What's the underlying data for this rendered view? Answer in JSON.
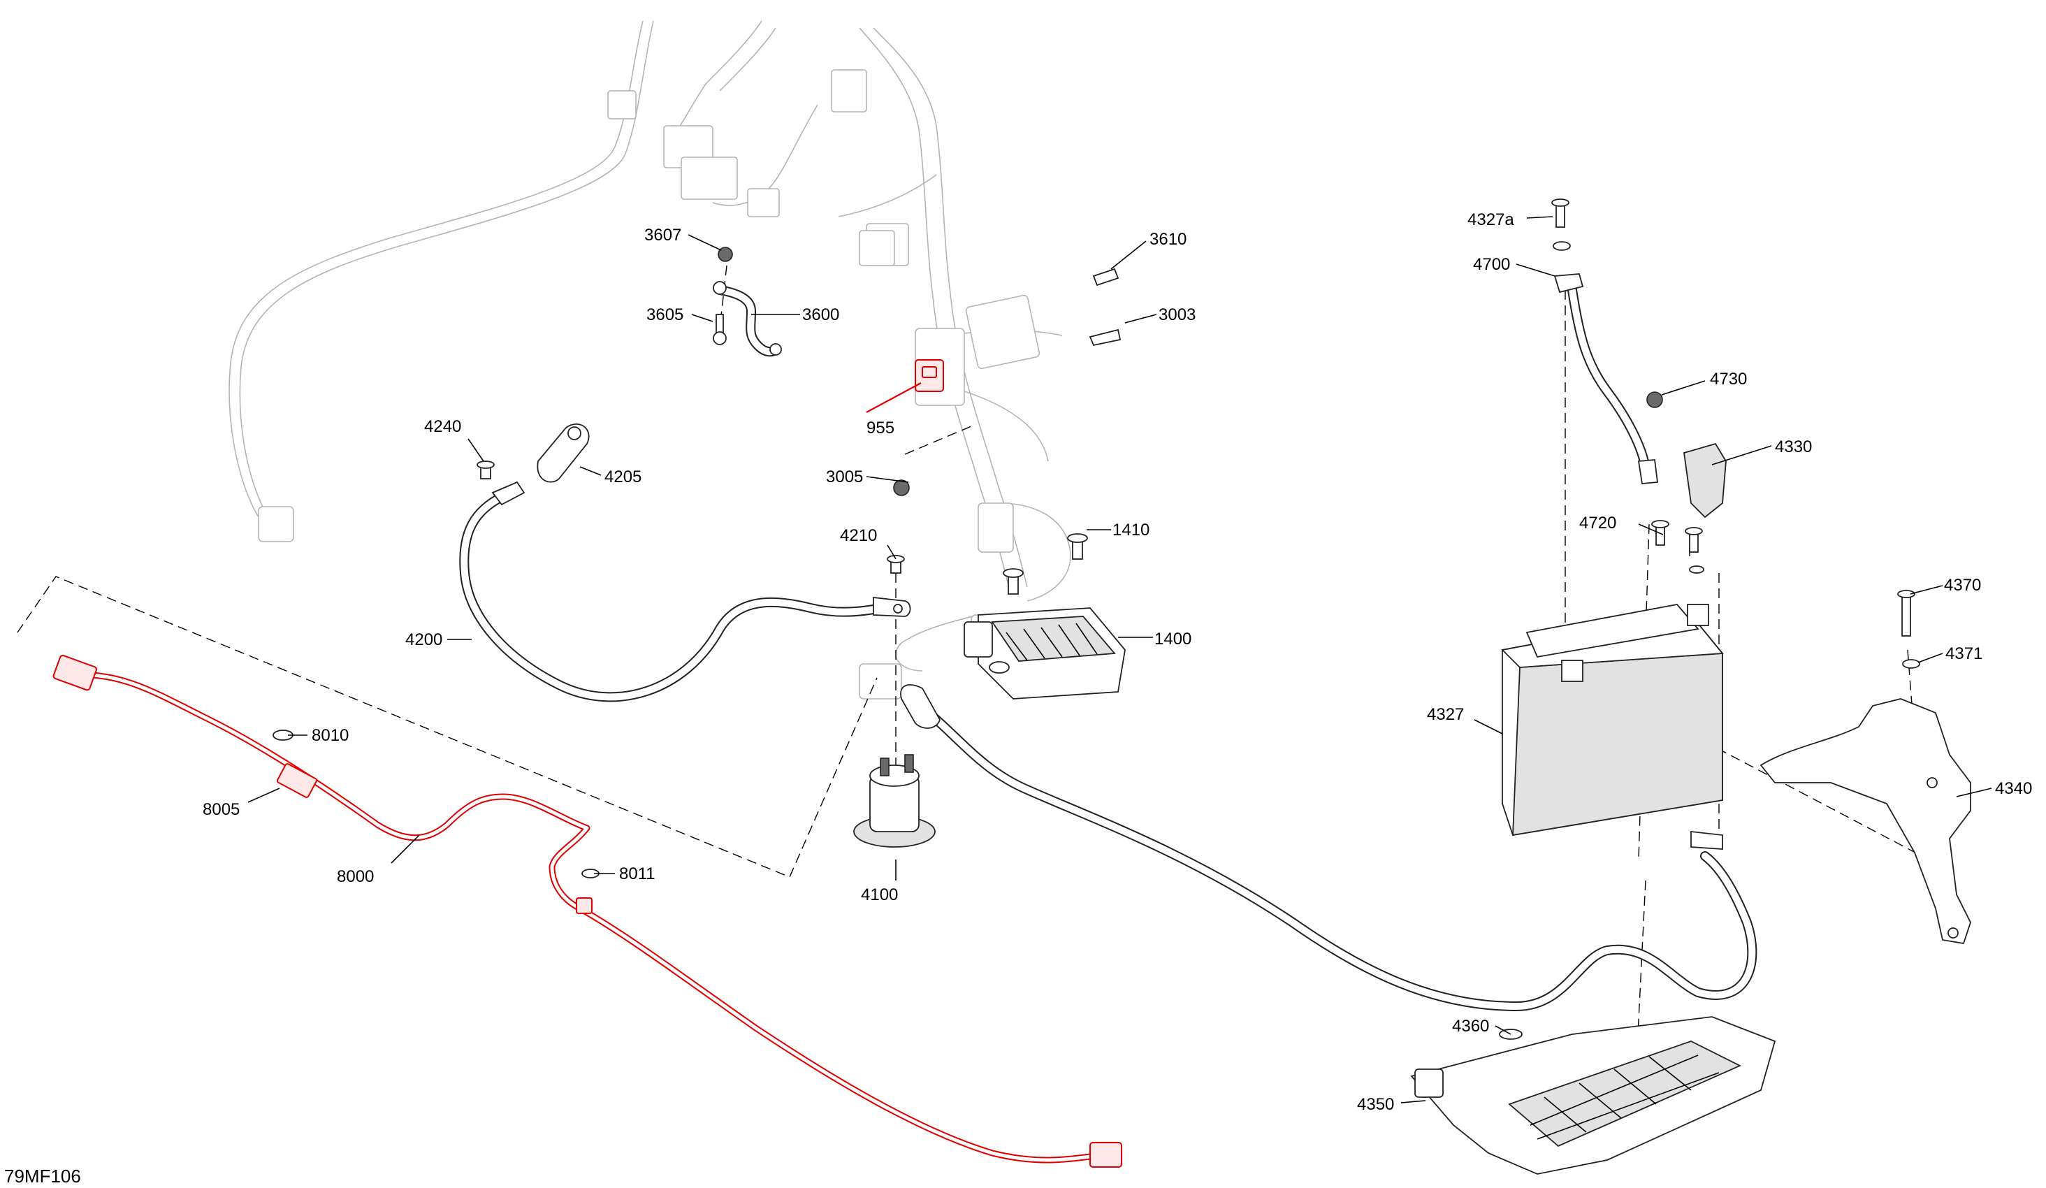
{
  "figure_id": "79MF106",
  "callouts": {
    "c955": "955",
    "c1400": "1400",
    "c1410": "1410",
    "c3003": "3003",
    "c3005": "3005",
    "c3600": "3600",
    "c3605": "3605",
    "c3607": "3607",
    "c3610": "3610",
    "c4100": "4100",
    "c4200": "4200",
    "c4205": "4205",
    "c4210": "4210",
    "c4240": "4240",
    "c4327": "4327",
    "c4327a": "4327a",
    "c4330": "4330",
    "c4340": "4340",
    "c4350": "4350",
    "c4360": "4360",
    "c4370": "4370",
    "c4371": "4371",
    "c4700": "4700",
    "c4720": "4720",
    "c4730": "4730",
    "c8000": "8000",
    "c8005": "8005",
    "c8010": "8010",
    "c8011": "8011"
  },
  "colors": {
    "highlight": "#e00000",
    "ink": "#222222",
    "ghost": "#b4b4b4"
  }
}
